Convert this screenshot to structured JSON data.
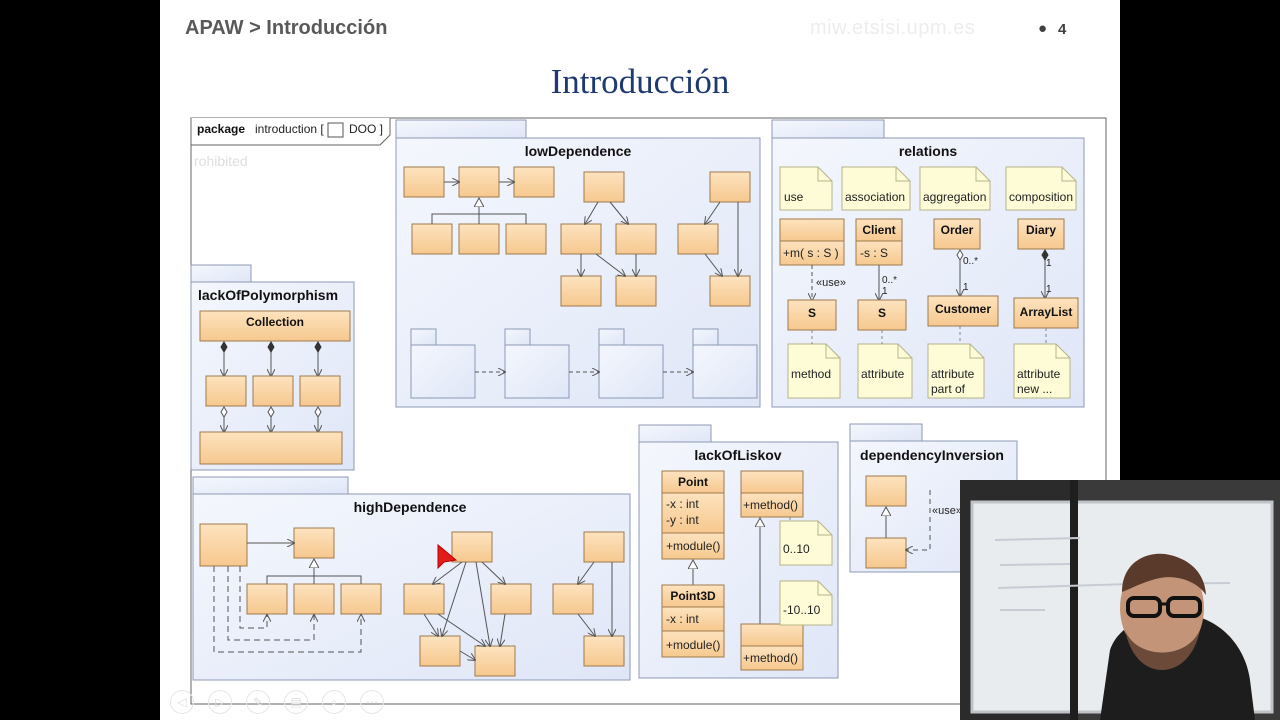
{
  "header": {
    "breadcrumb": "APAW > Introducción",
    "site": "miw.etsisi.upm.es",
    "page": "4"
  },
  "title": "Introducción",
  "diagram": {
    "frame_label_keyword": "package",
    "frame_label_name": "introduction [",
    "frame_label_ref": "DOO ]",
    "ghost_text": "rohibited",
    "packages": {
      "lowDependence": "lowDependence",
      "relations": "relations",
      "lackOfPolymorphism": "lackOfPolymorphism",
      "highDependence": "highDependence",
      "lackOfLiskov": "lackOfLiskov",
      "dependencyInversion": "dependencyInversion"
    },
    "relations": {
      "notes": [
        "use",
        "association",
        "aggregation",
        "composition"
      ],
      "use_class_op": "+m( s : S )",
      "use_stereotype": "«use»",
      "use_target": "S",
      "client_name": "Client",
      "client_attr": "-s : S",
      "assoc_mult": "0..*",
      "assoc_mult_end": "1",
      "assoc_target": "S",
      "order_name": "Order",
      "aggr_mult": "0..*",
      "aggr_mult_end": "1",
      "customer_name": "Customer",
      "diary_name": "Diary",
      "comp_mult_top": "1",
      "comp_mult_end": "1",
      "arraylist_name": "ArrayList",
      "bottom_notes": [
        {
          "line1": "method",
          "line2": ""
        },
        {
          "line1": "attribute",
          "line2": ""
        },
        {
          "line1": "attribute",
          "line2": "part of"
        },
        {
          "line1": "attribute",
          "line2": "new ..."
        }
      ]
    },
    "polymorphism": {
      "collection": "Collection"
    },
    "liskov": {
      "point_name": "Point",
      "point_attr1": "-x : int",
      "point_attr2": "-y : int",
      "point_op": "+module()",
      "point3d_name": "Point3D",
      "point3d_attr": "-x : int",
      "point3d_op": "+module()",
      "top_op": "+method()",
      "bottom_op": "+method()",
      "note_range1": "0..10",
      "note_range2": "-10..10"
    },
    "dependency_inversion": {
      "stereotype": "«use»"
    }
  },
  "colors": {
    "box_fill": "#f9d6a8",
    "box_stroke": "#9e7a4c",
    "pkg_fill": "#e9effb",
    "pkg_stroke": "#8c99b5",
    "note_fill": "#fefcd7",
    "title_color": "#1f3a70"
  }
}
